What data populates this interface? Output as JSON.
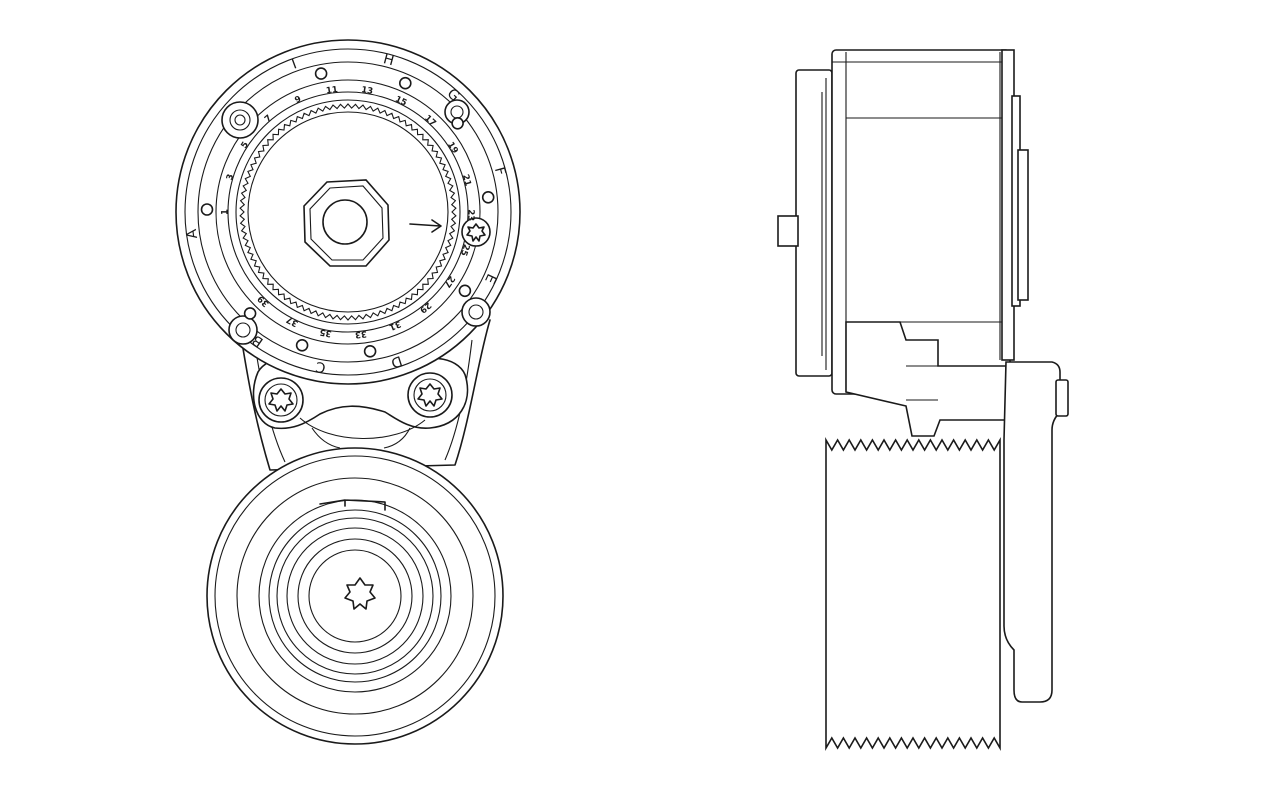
{
  "drawing": {
    "front_view": {
      "dial_numbers": [
        "1",
        "3",
        "5",
        "7",
        "9",
        "11",
        "13",
        "15",
        "17",
        "19",
        "21",
        "23",
        "25",
        "27",
        "29",
        "31",
        "33",
        "35",
        "37",
        "39"
      ],
      "dial_letters": [
        "A",
        "B",
        "C",
        "D",
        "E",
        "F",
        "G",
        "H",
        "I"
      ]
    },
    "colors": {
      "line": "#1a1a1a",
      "background": "#ffffff"
    }
  }
}
